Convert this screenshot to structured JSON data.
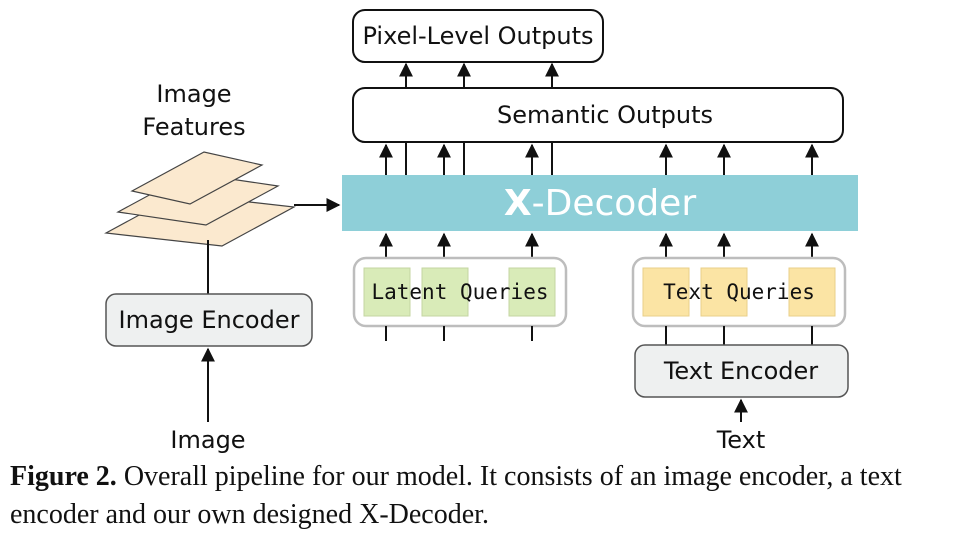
{
  "pixel_outputs": "Pixel-Level Outputs",
  "semantic_outputs": "Semantic Outputs",
  "decoder": {
    "x": "X",
    "rest": "-Decoder"
  },
  "image_features": {
    "line1": "Image",
    "line2": "Features"
  },
  "image_encoder": "Image Encoder",
  "image_label": "Image",
  "latent_queries": "Latent Queries",
  "text_queries": "Text Queries",
  "text_encoder": "Text Encoder",
  "text_label": "Text",
  "caption": {
    "label": "Figure 2.",
    "text": " Overall pipeline for our model. It consists of an image encoder, a text encoder and our own designed X-Decoder."
  },
  "colors": {
    "decoder": "#8ecfd8",
    "latent_query": "#d9ebb8",
    "text_query": "#fbe4a4",
    "feature_plane": "#fbe9cf",
    "encoder_box": "#eef0f0"
  }
}
